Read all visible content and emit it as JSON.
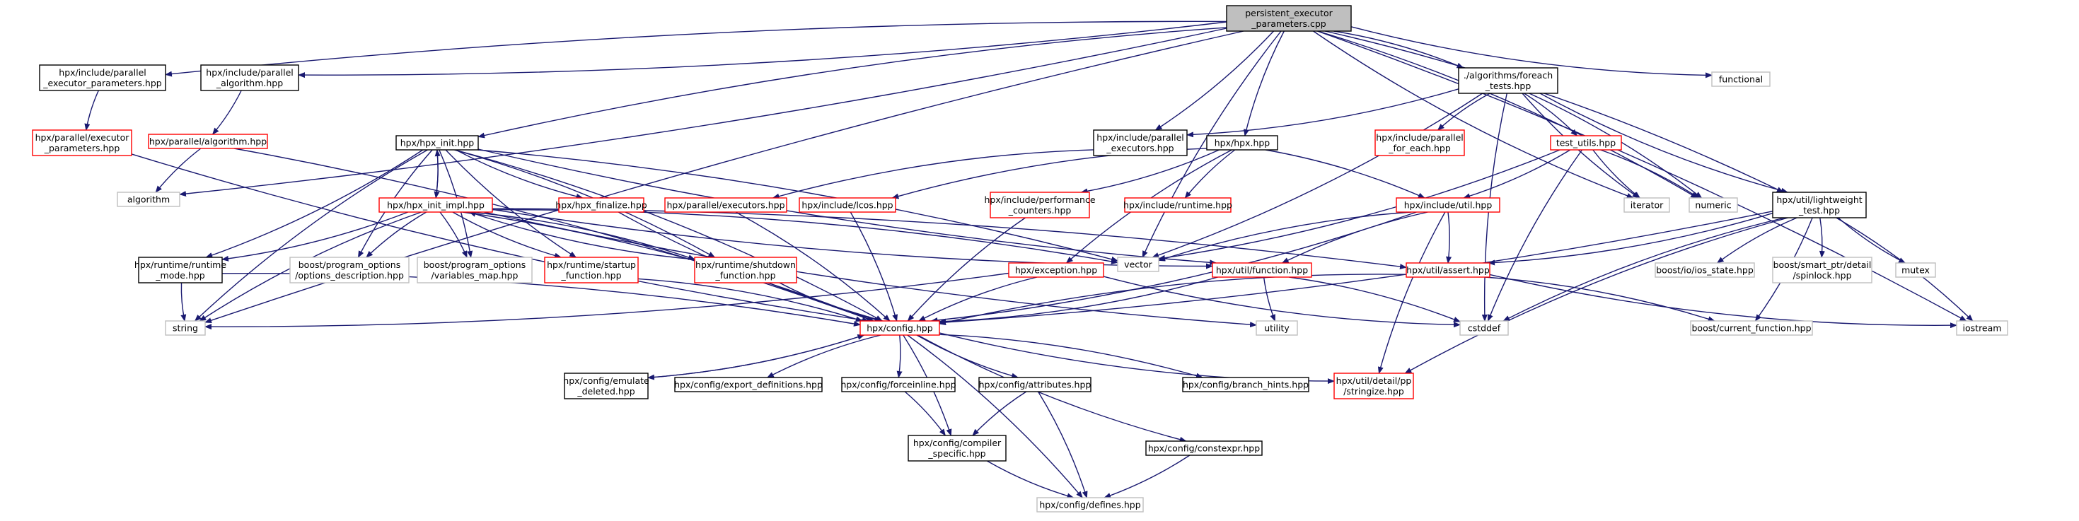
{
  "colors": {
    "edge": "#191970",
    "border_documented": "#000000",
    "border_undocumented": "#ff0000",
    "border_external": "#bfbfbf",
    "fill_root": "#bfbfbf",
    "fill_default": "#ffffff"
  },
  "nodes": [
    {
      "id": "root",
      "lines": [
        "persistent_executor",
        "_parameters.cpp"
      ],
      "kind": "root"
    },
    {
      "id": "inc_pep",
      "lines": [
        "hpx/include/parallel",
        "_executor_parameters.hpp"
      ],
      "kind": "documented"
    },
    {
      "id": "inc_alg",
      "lines": [
        "hpx/include/parallel",
        "_algorithm.hpp"
      ],
      "kind": "documented"
    },
    {
      "id": "par_pep",
      "lines": [
        "hpx/parallel/executor",
        "_parameters.hpp"
      ],
      "kind": "undocumented"
    },
    {
      "id": "par_alg",
      "lines": [
        "hpx/parallel/algorithm.hpp"
      ],
      "kind": "undocumented"
    },
    {
      "id": "algorithm",
      "lines": [
        "algorithm"
      ],
      "kind": "external"
    },
    {
      "id": "hpx_init",
      "lines": [
        "hpx/hpx_init.hpp"
      ],
      "kind": "documented"
    },
    {
      "id": "hpx_init_impl",
      "lines": [
        "hpx/hpx_init_impl.hpp"
      ],
      "kind": "undocumented"
    },
    {
      "id": "hpx_finalize",
      "lines": [
        "hpx/hpx_finalize.hpp"
      ],
      "kind": "undocumented"
    },
    {
      "id": "runtime_mode",
      "lines": [
        "hpx/runtime/runtime",
        "_mode.hpp"
      ],
      "kind": "documented"
    },
    {
      "id": "po_desc",
      "lines": [
        "boost/program_options",
        "/options_description.hpp"
      ],
      "kind": "external"
    },
    {
      "id": "po_vmap",
      "lines": [
        "boost/program_options",
        "/variables_map.hpp"
      ],
      "kind": "external"
    },
    {
      "id": "startup_fn",
      "lines": [
        "hpx/runtime/startup",
        "_function.hpp"
      ],
      "kind": "undocumented"
    },
    {
      "id": "shutdown_fn",
      "lines": [
        "hpx/runtime/shutdown",
        "_function.hpp"
      ],
      "kind": "undocumented"
    },
    {
      "id": "string",
      "lines": [
        "string"
      ],
      "kind": "external"
    },
    {
      "id": "config",
      "lines": [
        "hpx/config.hpp"
      ],
      "kind": "undocumented"
    },
    {
      "id": "inc_pex",
      "lines": [
        "hpx/include/parallel",
        "_executors.hpp"
      ],
      "kind": "documented"
    },
    {
      "id": "par_exec",
      "lines": [
        "hpx/parallel/executors.hpp"
      ],
      "kind": "undocumented"
    },
    {
      "id": "hpx_hpp",
      "lines": [
        "hpx/hpx.hpp"
      ],
      "kind": "documented"
    },
    {
      "id": "lcos",
      "lines": [
        "hpx/include/lcos.hpp"
      ],
      "kind": "undocumented"
    },
    {
      "id": "perf",
      "lines": [
        "hpx/include/performance",
        "_counters.hpp"
      ],
      "kind": "undocumented"
    },
    {
      "id": "inc_runtime",
      "lines": [
        "hpx/include/runtime.hpp"
      ],
      "kind": "undocumented"
    },
    {
      "id": "foreach",
      "lines": [
        "./algorithms/foreach",
        "_tests.hpp"
      ],
      "kind": "documented"
    },
    {
      "id": "par_foreach",
      "lines": [
        "hpx/include/parallel",
        "_for_each.hpp"
      ],
      "kind": "undocumented"
    },
    {
      "id": "test_utils",
      "lines": [
        "test_utils.hpp"
      ],
      "kind": "undocumented"
    },
    {
      "id": "inc_util",
      "lines": [
        "hpx/include/util.hpp"
      ],
      "kind": "undocumented"
    },
    {
      "id": "iterator",
      "lines": [
        "iterator"
      ],
      "kind": "external"
    },
    {
      "id": "numeric",
      "lines": [
        "numeric"
      ],
      "kind": "external"
    },
    {
      "id": "functional",
      "lines": [
        "functional"
      ],
      "kind": "external"
    },
    {
      "id": "lightweight",
      "lines": [
        "hpx/util/lightweight",
        "_test.hpp"
      ],
      "kind": "documented"
    },
    {
      "id": "vector",
      "lines": [
        "vector"
      ],
      "kind": "external"
    },
    {
      "id": "exception",
      "lines": [
        "hpx/exception.hpp"
      ],
      "kind": "undocumented"
    },
    {
      "id": "util_function",
      "lines": [
        "hpx/util/function.hpp"
      ],
      "kind": "undocumented"
    },
    {
      "id": "util_assert",
      "lines": [
        "hpx/util/assert.hpp"
      ],
      "kind": "undocumented"
    },
    {
      "id": "io_state",
      "lines": [
        "boost/io/ios_state.hpp"
      ],
      "kind": "external"
    },
    {
      "id": "spinlock",
      "lines": [
        "boost/smart_ptr/detail",
        "/spinlock.hpp"
      ],
      "kind": "external"
    },
    {
      "id": "mutex",
      "lines": [
        "mutex"
      ],
      "kind": "external"
    },
    {
      "id": "utility",
      "lines": [
        "utility"
      ],
      "kind": "external"
    },
    {
      "id": "cstddef",
      "lines": [
        "cstddef"
      ],
      "kind": "external"
    },
    {
      "id": "current_fn",
      "lines": [
        "boost/current_function.hpp"
      ],
      "kind": "external"
    },
    {
      "id": "iostream",
      "lines": [
        "iostream"
      ],
      "kind": "external"
    },
    {
      "id": "emulate",
      "lines": [
        "hpx/config/emulate",
        "_deleted.hpp"
      ],
      "kind": "documented"
    },
    {
      "id": "export_defs",
      "lines": [
        "hpx/config/export_definitions.hpp"
      ],
      "kind": "documented"
    },
    {
      "id": "forceinline",
      "lines": [
        "hpx/config/forceinline.hpp"
      ],
      "kind": "documented"
    },
    {
      "id": "attributes",
      "lines": [
        "hpx/config/attributes.hpp"
      ],
      "kind": "documented"
    },
    {
      "id": "branch_hints",
      "lines": [
        "hpx/config/branch_hints.hpp"
      ],
      "kind": "documented"
    },
    {
      "id": "stringize",
      "lines": [
        "hpx/util/detail/pp",
        "/stringize.hpp"
      ],
      "kind": "undocumented"
    },
    {
      "id": "compiler",
      "lines": [
        "hpx/config/compiler",
        "_specific.hpp"
      ],
      "kind": "documented"
    },
    {
      "id": "constexpr",
      "lines": [
        "hpx/config/constexpr.hpp"
      ],
      "kind": "documented"
    },
    {
      "id": "defines",
      "lines": [
        "hpx/config/defines.hpp"
      ],
      "kind": "external"
    }
  ],
  "edges": [
    [
      "root",
      "inc_pep"
    ],
    [
      "root",
      "inc_alg"
    ],
    [
      "root",
      "hpx_init"
    ],
    [
      "root",
      "inc_pex"
    ],
    [
      "root",
      "hpx_hpp"
    ],
    [
      "root",
      "foreach"
    ],
    [
      "root",
      "functional"
    ],
    [
      "root",
      "numeric"
    ],
    [
      "root",
      "iterator"
    ],
    [
      "root",
      "lightweight"
    ],
    [
      "root",
      "vector"
    ],
    [
      "root",
      "iostream"
    ],
    [
      "root",
      "string"
    ],
    [
      "root",
      "algorithm"
    ],
    [
      "inc_pep",
      "par_pep"
    ],
    [
      "inc_alg",
      "par_alg"
    ],
    [
      "par_alg",
      "algorithm"
    ],
    [
      "par_alg",
      "config"
    ],
    [
      "par_pep",
      "config"
    ],
    [
      "hpx_init",
      "hpx_init_impl"
    ],
    [
      "hpx_init",
      "hpx_finalize"
    ],
    [
      "hpx_init",
      "runtime_mode"
    ],
    [
      "hpx_init",
      "po_desc"
    ],
    [
      "hpx_init",
      "po_vmap"
    ],
    [
      "hpx_init",
      "startup_fn"
    ],
    [
      "hpx_init",
      "shutdown_fn"
    ],
    [
      "hpx_init",
      "string"
    ],
    [
      "hpx_init",
      "config"
    ],
    [
      "hpx_init",
      "util_function"
    ],
    [
      "hpx_init",
      "vector"
    ],
    [
      "hpx_init_impl",
      "hpx_init"
    ],
    [
      "hpx_init_impl",
      "runtime_mode"
    ],
    [
      "hpx_init_impl",
      "po_desc"
    ],
    [
      "hpx_init_impl",
      "po_vmap"
    ],
    [
      "hpx_init_impl",
      "startup_fn"
    ],
    [
      "hpx_init_impl",
      "shutdown_fn"
    ],
    [
      "hpx_init_impl",
      "string"
    ],
    [
      "hpx_init_impl",
      "config"
    ],
    [
      "hpx_init_impl",
      "util_function"
    ],
    [
      "hpx_init_impl",
      "util_assert"
    ],
    [
      "hpx_init_impl",
      "utility"
    ],
    [
      "hpx_init_impl",
      "vector"
    ],
    [
      "hpx_finalize",
      "config"
    ],
    [
      "runtime_mode",
      "config"
    ],
    [
      "runtime_mode",
      "string"
    ],
    [
      "startup_fn",
      "config"
    ],
    [
      "shutdown_fn",
      "config"
    ],
    [
      "shutdown_fn",
      "hpx_init_impl"
    ],
    [
      "inc_pex",
      "par_exec"
    ],
    [
      "par_exec",
      "config"
    ],
    [
      "hpx_hpp",
      "lcos"
    ],
    [
      "hpx_hpp",
      "perf"
    ],
    [
      "hpx_hpp",
      "inc_runtime"
    ],
    [
      "hpx_hpp",
      "inc_util"
    ],
    [
      "hpx_hpp",
      "exception"
    ],
    [
      "lcos",
      "config"
    ],
    [
      "perf",
      "config"
    ],
    [
      "foreach",
      "inc_pex"
    ],
    [
      "foreach",
      "par_foreach"
    ],
    [
      "foreach",
      "test_utils"
    ],
    [
      "foreach",
      "iterator"
    ],
    [
      "foreach",
      "numeric"
    ],
    [
      "foreach",
      "lightweight"
    ],
    [
      "foreach",
      "vector"
    ],
    [
      "foreach",
      "cstddef"
    ],
    [
      "test_utils",
      "inc_util"
    ],
    [
      "test_utils",
      "iterator"
    ],
    [
      "test_utils",
      "numeric"
    ],
    [
      "test_utils",
      "cstddef"
    ],
    [
      "test_utils",
      "vector"
    ],
    [
      "inc_util",
      "util_function"
    ],
    [
      "inc_util",
      "util_assert"
    ],
    [
      "inc_util",
      "stringize"
    ],
    [
      "inc_util",
      "config"
    ],
    [
      "inc_util",
      "vector"
    ],
    [
      "lightweight",
      "util_assert"
    ],
    [
      "lightweight",
      "io_state"
    ],
    [
      "lightweight",
      "spinlock"
    ],
    [
      "lightweight",
      "mutex"
    ],
    [
      "lightweight",
      "iostream"
    ],
    [
      "lightweight",
      "cstddef"
    ],
    [
      "lightweight",
      "current_fn"
    ],
    [
      "lightweight",
      "stringize"
    ],
    [
      "lightweight",
      "config"
    ],
    [
      "exception",
      "config"
    ],
    [
      "exception",
      "string"
    ],
    [
      "exception",
      "cstddef"
    ],
    [
      "util_function",
      "config"
    ],
    [
      "util_function",
      "utility"
    ],
    [
      "util_function",
      "cstddef"
    ],
    [
      "util_assert",
      "config"
    ],
    [
      "util_assert",
      "current_fn"
    ],
    [
      "util_assert",
      "iostream"
    ],
    [
      "config",
      "emulate"
    ],
    [
      "config",
      "export_defs"
    ],
    [
      "config",
      "forceinline"
    ],
    [
      "config",
      "attributes"
    ],
    [
      "config",
      "branch_hints"
    ],
    [
      "config",
      "stringize"
    ],
    [
      "config",
      "compiler"
    ],
    [
      "config",
      "constexpr"
    ],
    [
      "config",
      "defines"
    ],
    [
      "emulate",
      "config"
    ],
    [
      "forceinline",
      "compiler"
    ],
    [
      "attributes",
      "compiler"
    ],
    [
      "attributes",
      "defines"
    ],
    [
      "compiler",
      "defines"
    ],
    [
      "constexpr",
      "defines"
    ]
  ]
}
